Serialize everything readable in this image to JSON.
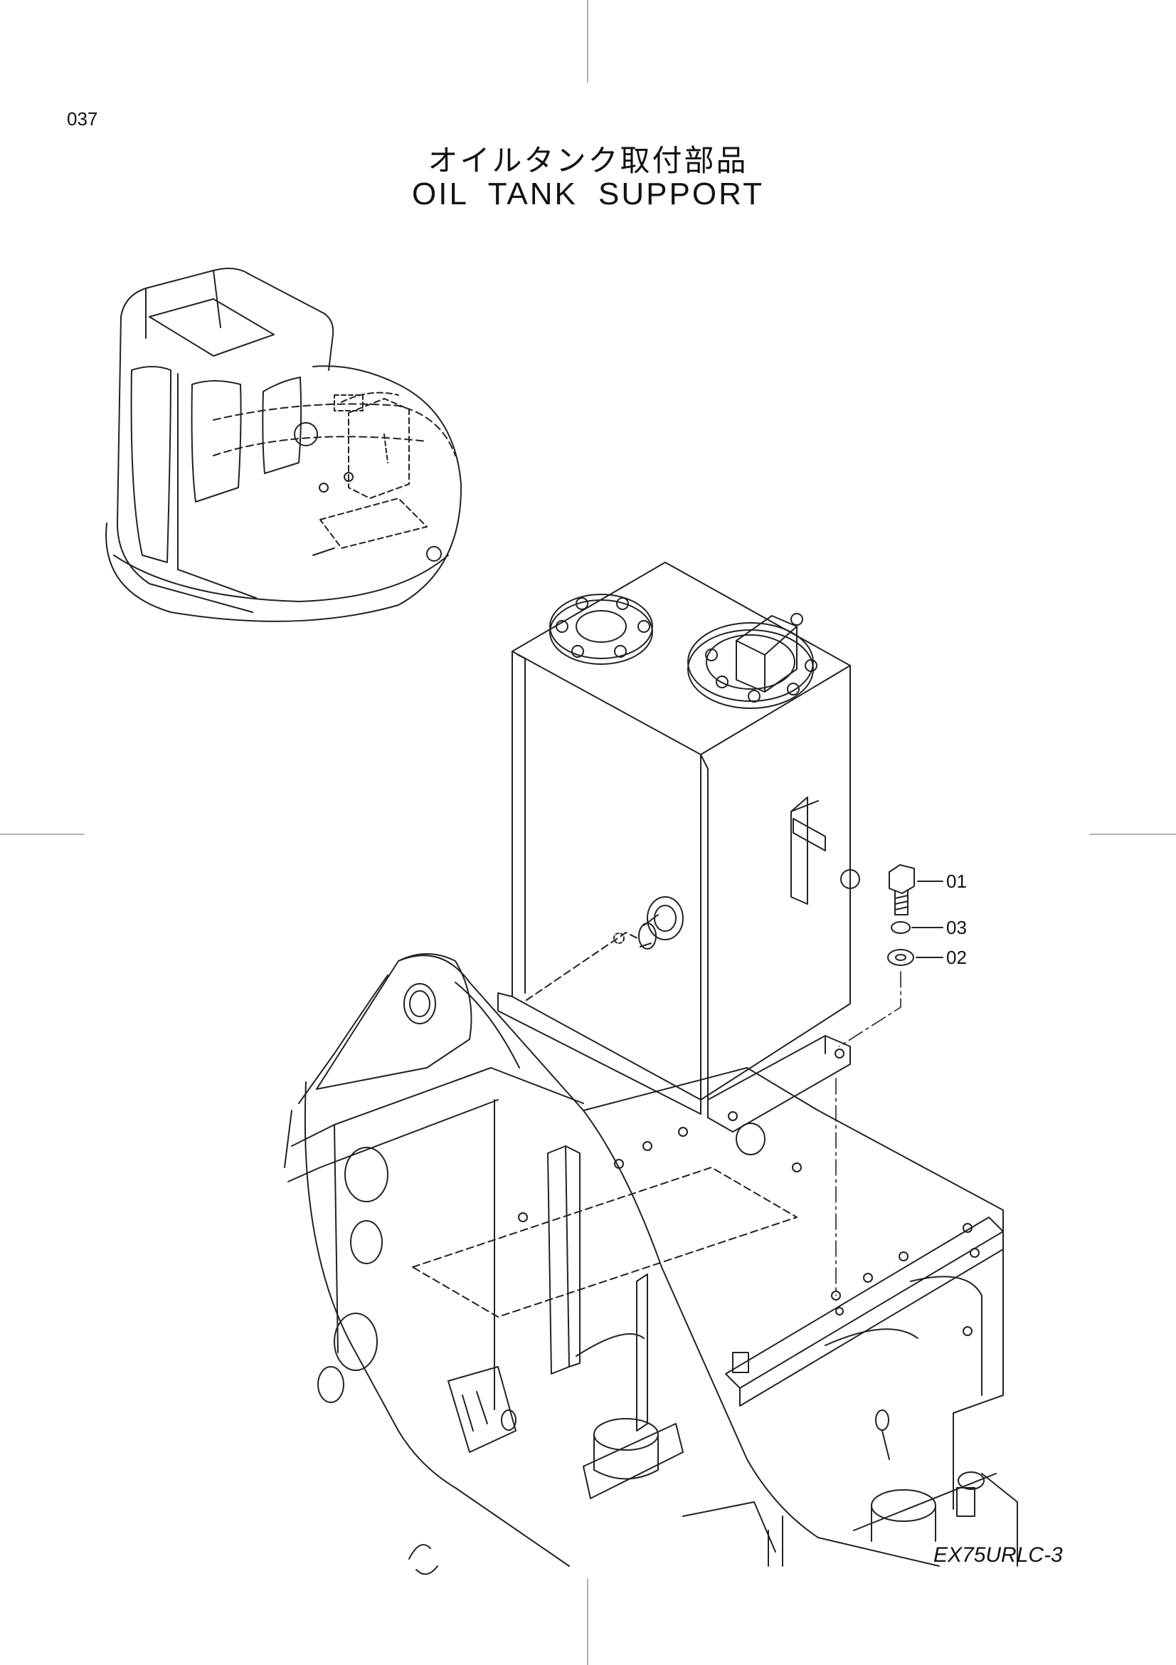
{
  "page_number": "037",
  "title_jp": "オイルタンク取付部品",
  "title_en": "OIL  TANK  SUPPORT",
  "model": "EX75URLC-3",
  "callouts": [
    {
      "label": "01",
      "part": "bolt"
    },
    {
      "label": "03",
      "part": "spring-washer"
    },
    {
      "label": "02",
      "part": "washer"
    }
  ]
}
